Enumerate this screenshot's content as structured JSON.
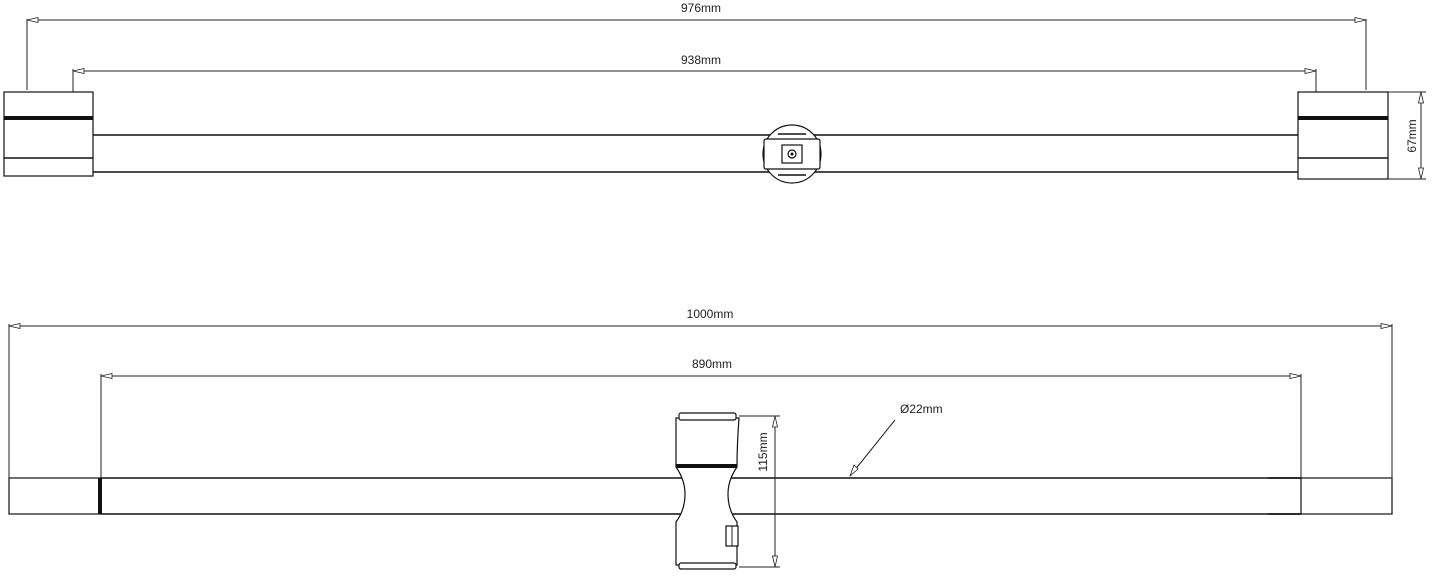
{
  "drawing": {
    "top_view": {
      "overall_length_label": "976mm",
      "inner_length_label": "938mm",
      "bracket_depth_label": "67mm"
    },
    "front_view": {
      "overall_length_label": "1000mm",
      "inner_length_label": "890mm",
      "bar_diameter_label": "Ø22mm",
      "slider_height_label": "115mm"
    },
    "colors": {
      "line": "#222222",
      "background": "#ffffff"
    }
  }
}
